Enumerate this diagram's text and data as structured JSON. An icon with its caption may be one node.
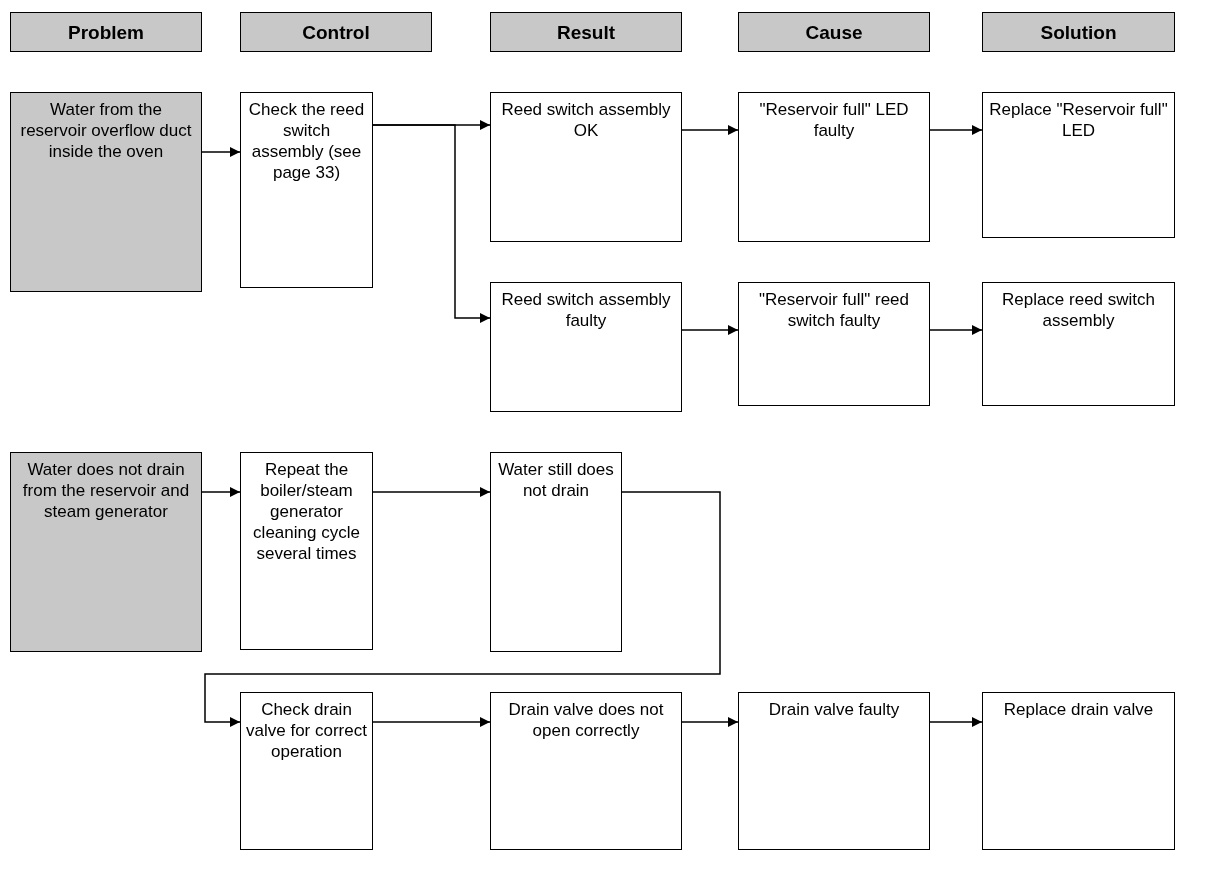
{
  "diagram": {
    "nodes": [
      {
        "text": [
          "Problem"
        ]
      },
      {
        "text": [
          "Control"
        ]
      },
      {
        "text": [
          "Result"
        ]
      },
      {
        "text": [
          "Cause"
        ]
      },
      {
        "text": [
          "Solution"
        ]
      },
      {
        "text": [
          "Water from the reservoir overflow duct inside the oven"
        ]
      },
      {
        "text": [
          "Check the reed switch assembly (see page 33)"
        ]
      },
      {
        "text": [
          "Reed switch assembly OK"
        ]
      },
      {
        "text": [
          "\"Reservoir full\" LED faulty"
        ]
      },
      {
        "text": [
          "Replace \"Reservoir full\" LED"
        ]
      },
      {
        "text": [
          "Reed switch assembly faulty"
        ]
      },
      {
        "text": [
          "\"Reservoir full\" reed switch faulty"
        ]
      },
      {
        "text": [
          "Replace reed switch assembly"
        ]
      },
      {
        "text": [
          "Water does not drain from the reservoir and steam generator"
        ]
      },
      {
        "text": [
          "Repeat the boiler/steam generator cleaning cycle several times"
        ]
      },
      {
        "text": [
          "Water still does not drain"
        ]
      },
      {
        "text": [
          "Check drain valve for correct operation"
        ]
      },
      {
        "text": [
          "Drain valve does not open correctly"
        ]
      },
      {
        "text": [
          "Drain valve faulty"
        ]
      },
      {
        "text": [
          "Replace drain valve"
        ]
      }
    ],
    "edges": [
      {
        "from": 5,
        "to": 6,
        "arrow": "to"
      },
      {
        "from": 6,
        "to": 7,
        "arrow": "to"
      },
      {
        "from": 6,
        "to": 10,
        "arrow": "to"
      },
      {
        "from": 7,
        "to": 8,
        "arrow": "to"
      },
      {
        "from": 8,
        "to": 9,
        "arrow": "to"
      },
      {
        "from": 10,
        "to": 11,
        "arrow": "to"
      },
      {
        "from": 11,
        "to": 12,
        "arrow": "to"
      },
      {
        "from": 13,
        "to": 14,
        "arrow": "to"
      },
      {
        "from": 14,
        "to": 15,
        "arrow": "to"
      },
      {
        "from": 15,
        "to": 16,
        "arrow": "to"
      },
      {
        "from": 16,
        "to": 17,
        "arrow": "to"
      },
      {
        "from": 17,
        "to": 18,
        "arrow": "to"
      },
      {
        "from": 18,
        "to": 19,
        "arrow": "to"
      }
    ]
  }
}
